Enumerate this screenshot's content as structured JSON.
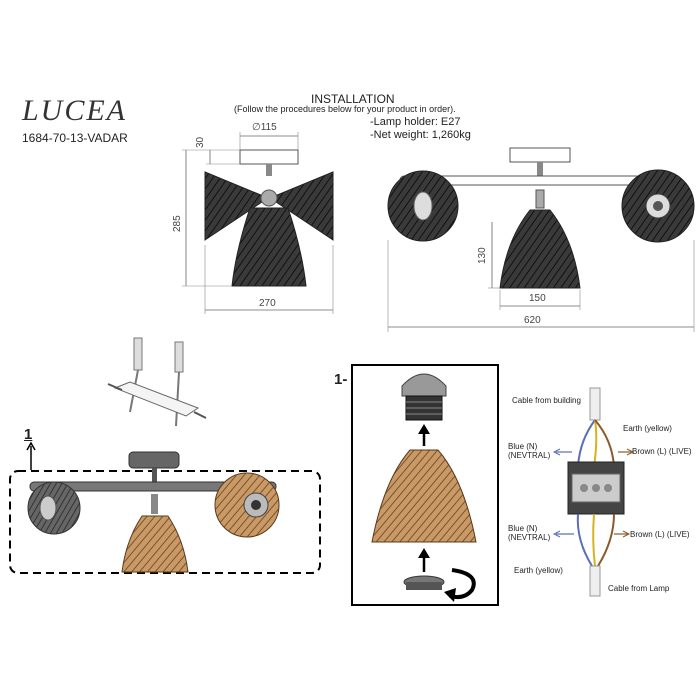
{
  "brand": "LUCEA",
  "product_code": "1684-70-13-VADAR",
  "installation": {
    "title": "INSTALLATION",
    "subtitle": "(Follow the procedures below for your product in order)."
  },
  "specs": {
    "lamp_holder": "-Lamp holder: E27",
    "net_weight": "-Net weight: 1,260kg"
  },
  "dimensions": {
    "diameter": "∅115",
    "canopy_height": "30",
    "total_height": "285",
    "side_width": "270",
    "shade_height": "130",
    "shade_width": "150",
    "total_width": "620"
  },
  "steps": {
    "step1": "1",
    "step1_detail": "1-"
  },
  "wiring": {
    "cable_from_building": "Cable from building",
    "earth_top": "Earth (yellow)",
    "blue_top": "Blue (N)\n(NEVTRAL)",
    "brown_top": "Brown (L) (LIVE)",
    "blue_bottom": "Blue (N)\n(NEVTRAL)",
    "brown_bottom": "Brown (L) (LIVE)",
    "earth_bottom": "Earth (yellow)",
    "cable_from_lamp": "Cable from Lamp"
  },
  "colors": {
    "rattan_dark": "#2b2b2b",
    "rattan_light": "#b8895a",
    "blue_wire": "#5a6fb3",
    "brown_wire": "#8a5a2a",
    "yellow_wire": "#d4b320"
  }
}
